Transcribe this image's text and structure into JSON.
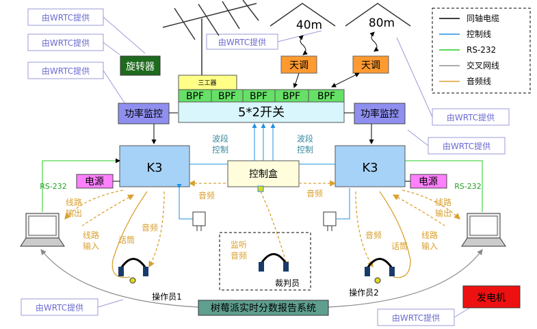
{
  "wrtc_label": "由WRTC提供",
  "rotator": "旋转器",
  "triplexer": "三工器",
  "bpf": [
    "BPF",
    "BPF",
    "BPF",
    "BPF",
    "BPF"
  ],
  "switch": "5*2开关",
  "power_monitor": "功率监控",
  "antennas": [
    {
      "band": "40m",
      "tuner": "天调"
    },
    {
      "band": "80m",
      "tuner": "天调"
    }
  ],
  "radio": "K3",
  "power_supply": "电源",
  "rs232": "RS-232",
  "band_control": [
    "波段",
    "控制"
  ],
  "control_box": "控制盒",
  "audio": "音频",
  "line_out": [
    "线路",
    "输出"
  ],
  "line_in": [
    "线路",
    "输入"
  ],
  "microphone": "话筒",
  "monitor_audio": [
    "监听",
    "音频"
  ],
  "referee": "裁判员",
  "operators": [
    "操作员1",
    "操作员2"
  ],
  "report_system": "树莓派实时分数报告系统",
  "generator": "发电机",
  "legend": [
    {
      "label": "同轴电缆",
      "color": "#000000"
    },
    {
      "label": "控制线",
      "color": "#1e90e6"
    },
    {
      "label": "RS-232",
      "color": "#22cc22"
    },
    {
      "label": "交叉网线",
      "color": "#909090"
    },
    {
      "label": "音频线",
      "color": "#d9a030"
    }
  ],
  "colors": {
    "k3": "#a6d2f7",
    "switch": "#d8f6fb",
    "bpf": "#66e066",
    "triplexer": "#ffff88",
    "monitor": "#8f8ff0",
    "power": "#ff80ff",
    "tuner": "#ff9a30",
    "rotator": "#1e6b1e",
    "generator": "#ee1111",
    "control": "#fffddc",
    "report": "#5f9f8f"
  }
}
